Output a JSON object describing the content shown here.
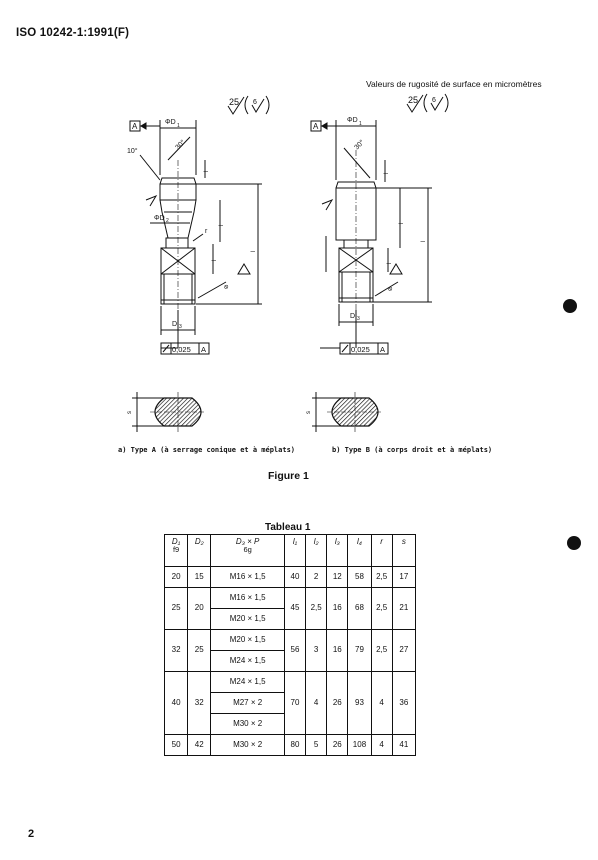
{
  "header": {
    "doc_id": "ISO 10242-1:1991(F)"
  },
  "roughness_note": "Valeurs de rugosité de surface en micromètres",
  "symbols": {
    "roughness_main": "25",
    "roughness_sub": "6",
    "tolerance": "0,025",
    "datum": "A"
  },
  "labels": {
    "D1": "ΦD",
    "D2": "ΦD",
    "D3": "D",
    "l1": "l",
    "l2": "l",
    "l3": "l",
    "l4": "l",
    "r": "r",
    "s": "s",
    "angle": "10°",
    "chamfer": "30°"
  },
  "captions": {
    "a": "a) Type A (à serrage conique et à méplats)",
    "b": "b) Type B (à corps droit et à méplats)",
    "figure": "Figure 1"
  },
  "table": {
    "title": "Tableau 1",
    "headers": [
      {
        "main": "D₁",
        "sub": "f9"
      },
      {
        "main": "D₂",
        "sub": ""
      },
      {
        "main": "D₃ × P",
        "sub": "6g"
      },
      {
        "main": "l₁",
        "sub": ""
      },
      {
        "main": "l₂",
        "sub": ""
      },
      {
        "main": "l₃",
        "sub": ""
      },
      {
        "main": "l₄",
        "sub": ""
      },
      {
        "main": "r",
        "sub": ""
      },
      {
        "main": "s",
        "sub": ""
      }
    ],
    "groups": [
      {
        "D1": "20",
        "D2": "15",
        "threads": [
          "M16 × 1,5"
        ],
        "l1": "40",
        "l2": "2",
        "l3": "12",
        "l4": "58",
        "r": "2,5",
        "s": "17"
      },
      {
        "D1": "25",
        "D2": "20",
        "threads": [
          "M16 × 1,5",
          "M20 × 1,5"
        ],
        "l1": "45",
        "l2": "2,5",
        "l3": "16",
        "l4": "68",
        "r": "2,5",
        "s": "21"
      },
      {
        "D1": "32",
        "D2": "25",
        "threads": [
          "M20 × 1,5",
          "M24 × 1,5"
        ],
        "l1": "56",
        "l2": "3",
        "l3": "16",
        "l4": "79",
        "r": "2,5",
        "s": "27"
      },
      {
        "D1": "40",
        "D2": "32",
        "threads": [
          "M24 × 1,5",
          "M27 × 2",
          "M30 × 2"
        ],
        "l1": "70",
        "l2": "4",
        "l3": "26",
        "l4": "93",
        "r": "4",
        "s": "36"
      },
      {
        "D1": "50",
        "D2": "42",
        "threads": [
          "M30 × 2"
        ],
        "l1": "80",
        "l2": "5",
        "l3": "26",
        "l4": "108",
        "r": "4",
        "s": "41"
      }
    ]
  },
  "page_number": "2"
}
